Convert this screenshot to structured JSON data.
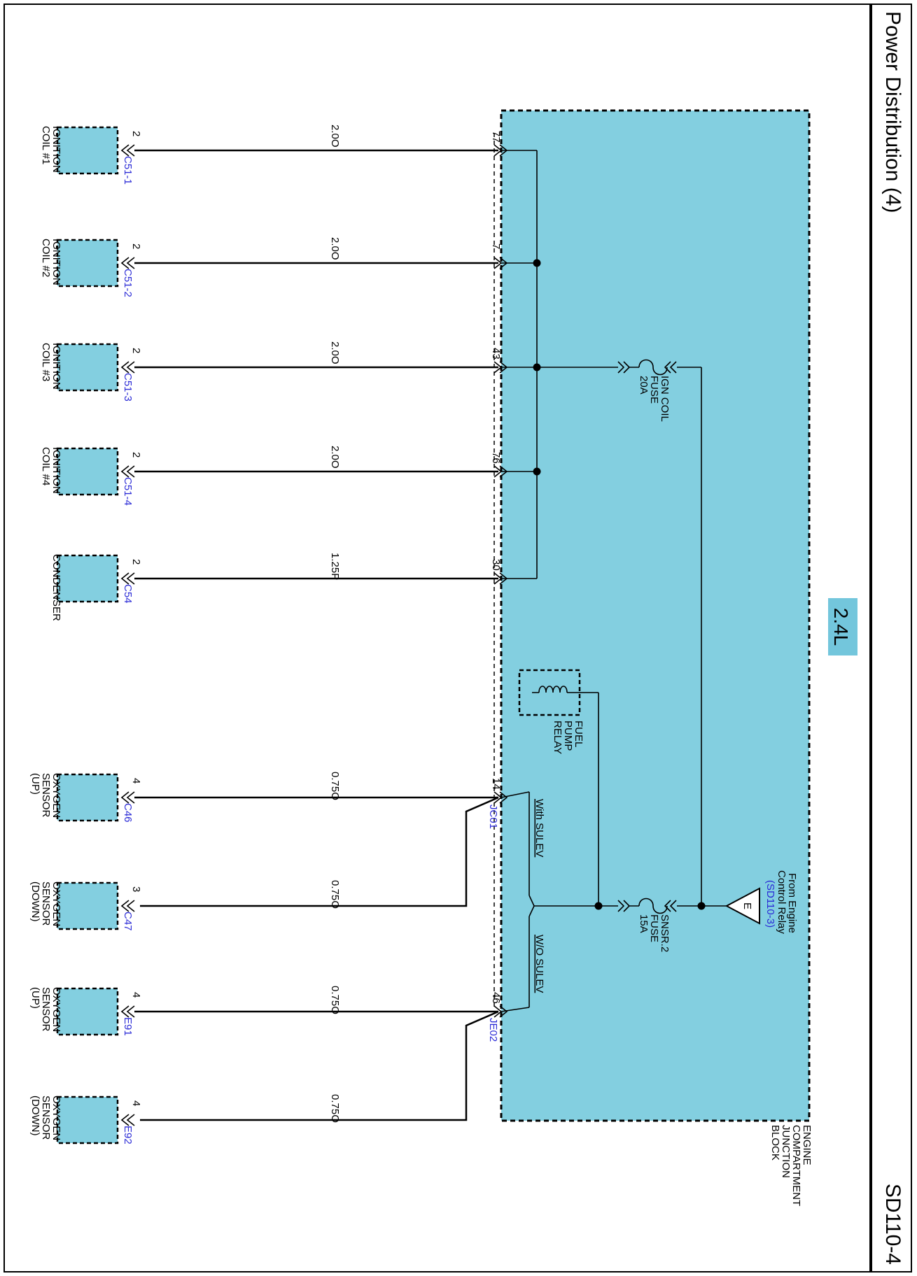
{
  "title": "Power Distribution (4)",
  "page_code": "SD110-4",
  "engine_badge": "2.4L",
  "colors": {
    "component_fill": "#83cfe0",
    "badge_fill": "#73c6dc",
    "connector_id": "#2b2bd6",
    "wire": "#000000"
  },
  "junction_block": [
    "ENGINE",
    "COMPARTMENT",
    "JUNCTION",
    "BLOCK"
  ],
  "source": {
    "label": [
      "From Engine",
      "Control Relay"
    ],
    "ref": "(SD110-3)",
    "symbol": "E"
  },
  "fuses": [
    {
      "lines": [
        "IGN COIL",
        "FUSE",
        "20A"
      ]
    },
    {
      "lines": [
        "SNSR.2",
        "FUSE",
        "15A"
      ]
    }
  ],
  "relay": {
    "lines": [
      "FUEL",
      "PUMP",
      "RELAY"
    ]
  },
  "options": {
    "with": "With SULEV",
    "without": "W/O SULEV"
  },
  "splices": [
    "JC01",
    "JE02"
  ],
  "circuits": [
    {
      "component": [
        "IGNITION",
        "COIL #1"
      ],
      "connector": "C51-1",
      "pin": "2",
      "wire": "2.0O",
      "jb_pin": "77"
    },
    {
      "component": [
        "IGNITION",
        "COIL #2"
      ],
      "connector": "C51-2",
      "pin": "2",
      "wire": "2.0O",
      "jb_pin": "7"
    },
    {
      "component": [
        "IGNITION",
        "COIL #3"
      ],
      "connector": "C51-3",
      "pin": "2",
      "wire": "2.0O",
      "jb_pin": "43"
    },
    {
      "component": [
        "IGNITION",
        "COIL #4"
      ],
      "connector": "C51-4",
      "pin": "2",
      "wire": "2.0O",
      "jb_pin": "76"
    },
    {
      "component": [
        "CONDENSER"
      ],
      "connector": "C54",
      "pin": "2",
      "wire": "1.25P",
      "jb_pin": "30"
    },
    {
      "component": [
        "OXYGEN",
        "SENSOR",
        "(UP)"
      ],
      "connector": "C46",
      "pin": "4",
      "wire": "0.75O",
      "jb_pin": "14"
    },
    {
      "component": [
        "OXYGEN",
        "SENSOR",
        "(DOWN)"
      ],
      "connector": "C47",
      "pin": "3",
      "wire": "0.75O",
      "jb_pin": ""
    },
    {
      "component": [
        "OXYGEN",
        "SENSOR",
        "(UP)"
      ],
      "connector": "E91",
      "pin": "4",
      "wire": "0.75O",
      "jb_pin": "46"
    },
    {
      "component": [
        "OXYGEN",
        "SENSOR",
        "(DOWN)"
      ],
      "connector": "E92",
      "pin": "4",
      "wire": "0.75O",
      "jb_pin": ""
    }
  ]
}
